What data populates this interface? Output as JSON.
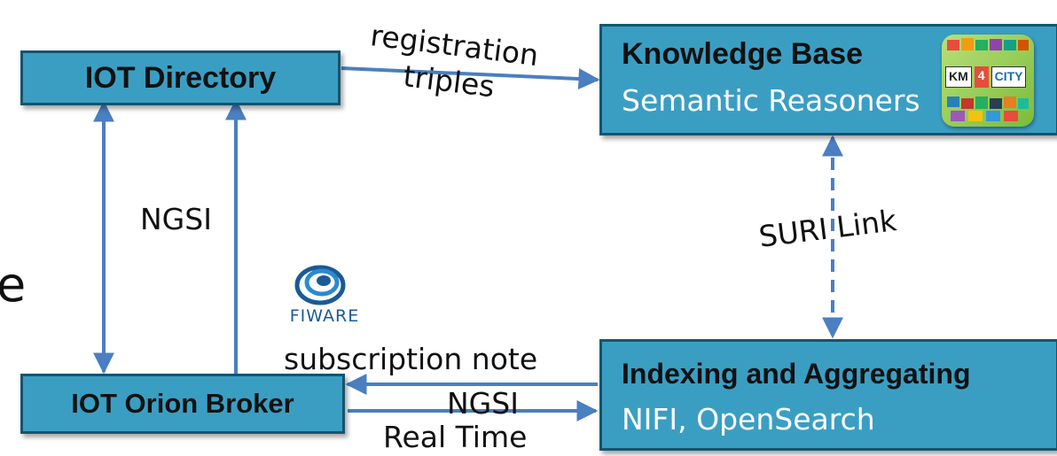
{
  "nodes": {
    "iot_directory": {
      "title": "IOT Directory"
    },
    "knowledge_base": {
      "title": "Knowledge Base",
      "subtitle": "Semantic Reasoners"
    },
    "orion_broker": {
      "title": "IOT Orion Broker"
    },
    "indexing": {
      "title": "Indexing and Aggregating",
      "subtitle": "NIFI, OpenSearch"
    }
  },
  "edges": {
    "registration": "registration",
    "triples": "triples",
    "ngsi_left": "NGSI",
    "suri_link": "SURI Link",
    "subscription_note": "subscription note",
    "ngsi_bottom": "NGSI",
    "real_time": "Real Time"
  },
  "fragments": {
    "left_edge_text": "e"
  },
  "logos": {
    "km4city": {
      "km": "KM",
      "four": "4",
      "city": "CITY"
    },
    "fiware": {
      "text": "FIWARE"
    }
  },
  "colors": {
    "box_fill": "#3a9ec3",
    "box_border": "#16546e",
    "arrow": "#4a7fc1"
  }
}
